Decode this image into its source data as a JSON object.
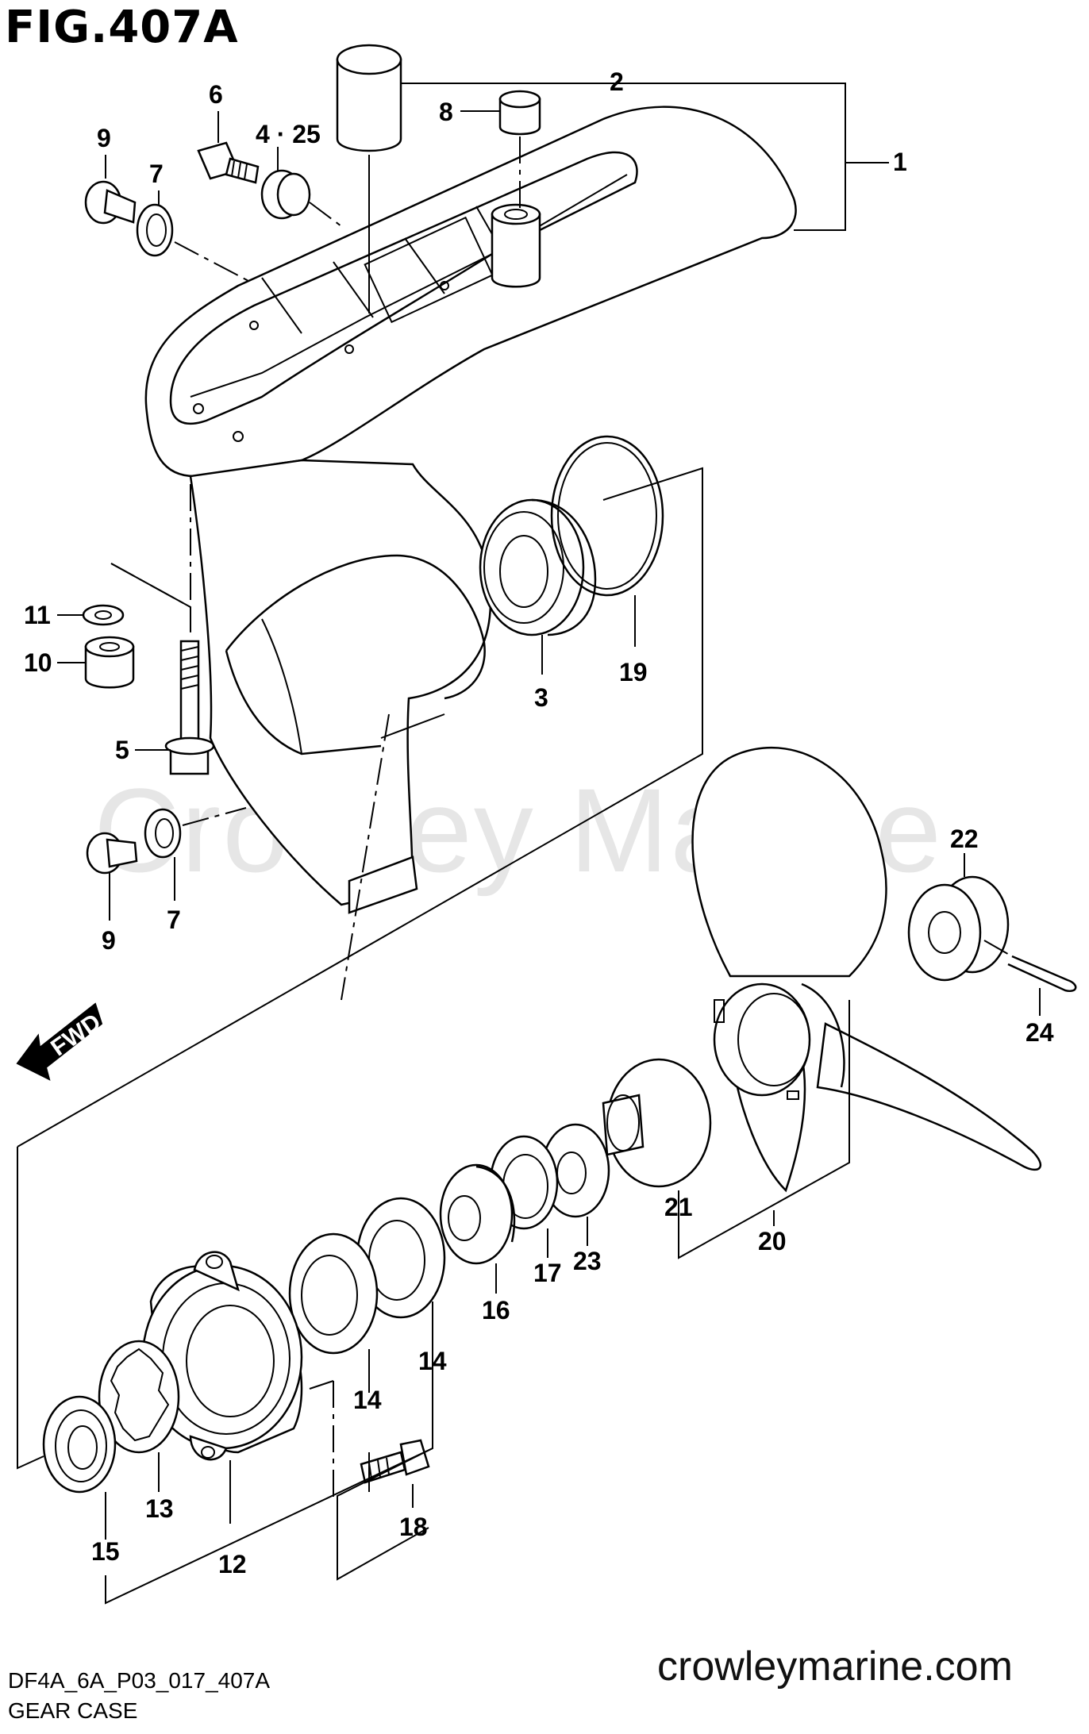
{
  "figure": {
    "title": "FIG.407A",
    "code": "DF4A_6A_P03_017_407A",
    "caption": "GEAR CASE",
    "website": "crowleymarine.com",
    "watermark": "Crowley Marine",
    "fwd_label": "FWD"
  },
  "callouts": [
    "1",
    "2",
    "8",
    "6",
    "4 · 25",
    "9",
    "7",
    "11",
    "10",
    "5",
    "3",
    "19",
    "9",
    "7",
    "22",
    "24",
    "21",
    "20",
    "23",
    "17",
    "16",
    "14",
    "14",
    "13",
    "15",
    "12",
    "18"
  ]
}
